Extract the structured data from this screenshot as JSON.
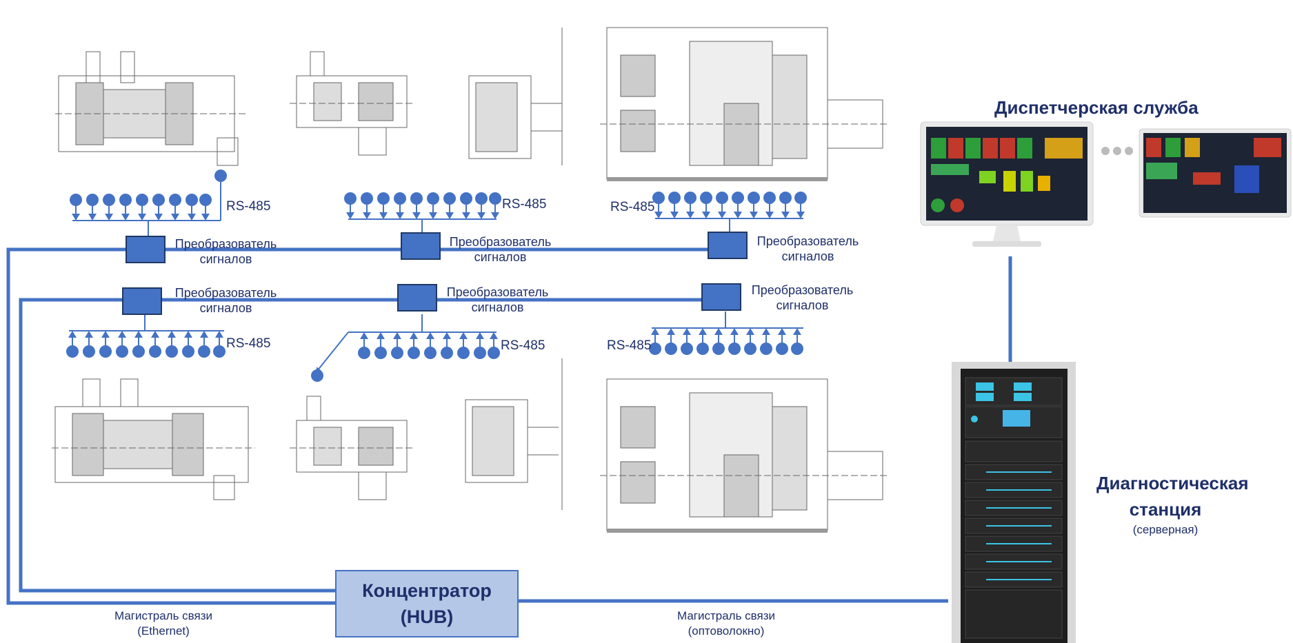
{
  "dispatch": {
    "title": "Диспетчерская служба"
  },
  "station": {
    "title_line1": "Диагностическая",
    "title_line2": "станция",
    "subtitle": "(серверная)"
  },
  "hub": {
    "line1": "Концентратор",
    "line2": "(HUB)"
  },
  "trunk_ethernet": {
    "line1": "Магистраль связи",
    "line2": "(Ethernet)"
  },
  "trunk_fiber": {
    "line1": "Магистраль связи",
    "line2": "(оптоволокно)"
  },
  "converter": {
    "line1": "Преобразователь",
    "line2": "сигналов"
  },
  "bus_label": "RS-485",
  "colors": {
    "line": "#4472c4",
    "converter": "#4472c4",
    "converter_border": "#1f3864",
    "text": "#1f2f6a",
    "hub_fill": "#b4c7e7"
  },
  "icons": [
    "gearbox-drawing",
    "monitor-icon",
    "server-rack-icon",
    "sensor-icon"
  ]
}
